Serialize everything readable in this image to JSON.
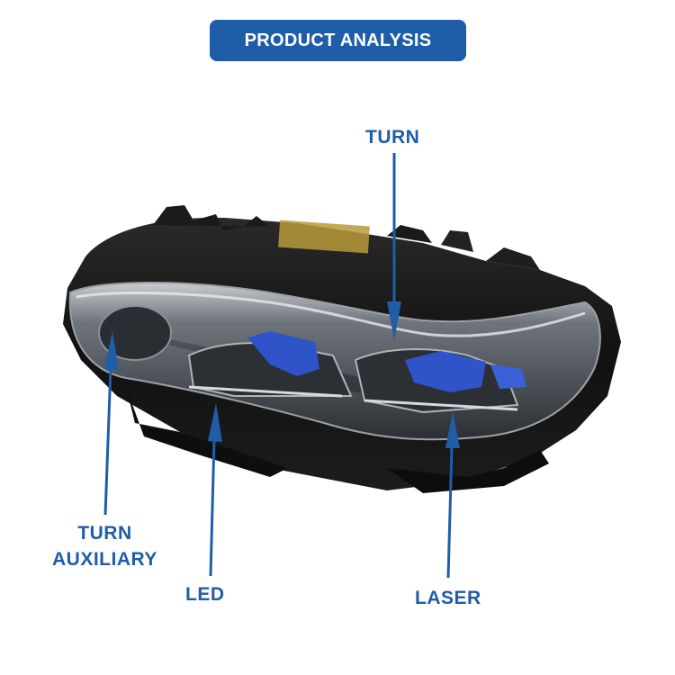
{
  "banner": {
    "title": "PRODUCT ANALYSIS"
  },
  "labels": {
    "turn": "TURN",
    "turn_auxiliary_line1": "TURN",
    "turn_auxiliary_line2": "AUXILIARY",
    "led": "LED",
    "laser": "LASER"
  },
  "colors": {
    "accent": "#1f5da8",
    "background": "#ffffff",
    "housing": "#151515",
    "projector_blue": "#2f53c8"
  }
}
